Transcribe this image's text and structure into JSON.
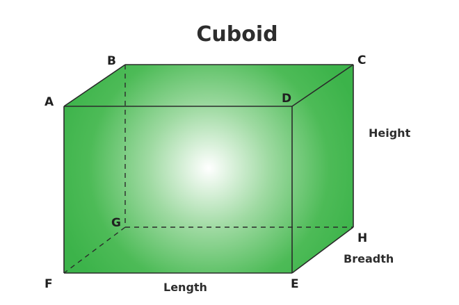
{
  "title": "Cuboid",
  "vertices": {
    "a": "A",
    "b": "B",
    "c": "C",
    "d": "D",
    "e": "E",
    "f": "F",
    "g": "G",
    "h": "H"
  },
  "dimensions": {
    "length": "Length",
    "breadth": "Breadth",
    "height": "Height"
  },
  "colors": {
    "face_green": "#3cb34a",
    "face_center": "#ffffff",
    "edge": "#2a2a2a"
  }
}
